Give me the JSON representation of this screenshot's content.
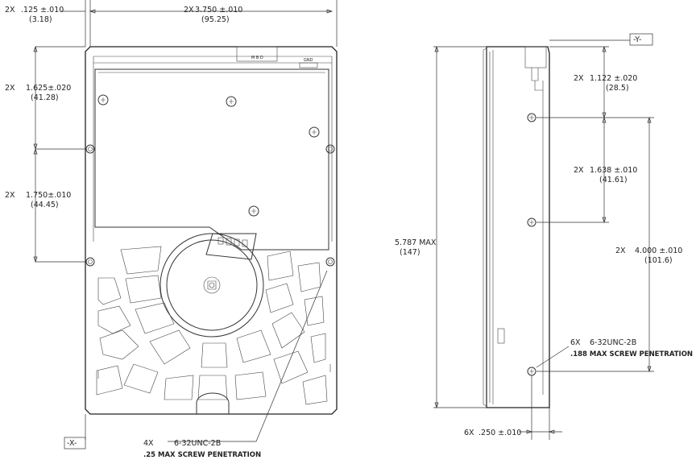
{
  "dimensions": {
    "left_edge_offset": {
      "prefix": "2X",
      "value": ".125 ±.010",
      "metric": "(3.18)"
    },
    "width": {
      "prefix": "2X",
      "value": "3.750 ±.010",
      "metric": "(95.25)"
    },
    "hole_upper_spacing": {
      "prefix": "2X",
      "value": "1.625±.020",
      "metric": "(41.28)"
    },
    "hole_lower_spacing": {
      "prefix": "2X",
      "value": "1.750±.010",
      "metric": "(44.45)"
    },
    "side_top_offset": {
      "prefix": "2X",
      "value": "1.122 ±.020",
      "metric": "(28.5)"
    },
    "side_hole_spacing_1": {
      "prefix": "2X",
      "value": "1.638 ±.010",
      "metric": "(41.61)"
    },
    "side_hole_spacing_2": {
      "prefix": "2X",
      "value": "4.000 ±.010",
      "metric": "(101.6)"
    },
    "overall_length": {
      "value": "5.787 MAX",
      "metric": "(147)"
    },
    "side_hole_depth": {
      "prefix": "6X",
      "value": ".250 ±.010"
    }
  },
  "callouts": {
    "bottom_thread": {
      "prefix": "4X",
      "value": "6-32UNC-2B",
      "note": ".25 MAX SCREW PENETRATION"
    },
    "side_thread": {
      "prefix": "6X",
      "value": "6-32UNC-2B",
      "note": ".188 MAX SCREW PENETRATION"
    }
  },
  "datums": {
    "x": "-X-",
    "y": "-Y-"
  },
  "connector_labels": {
    "pins": "M B D",
    "gnd": "GND"
  }
}
